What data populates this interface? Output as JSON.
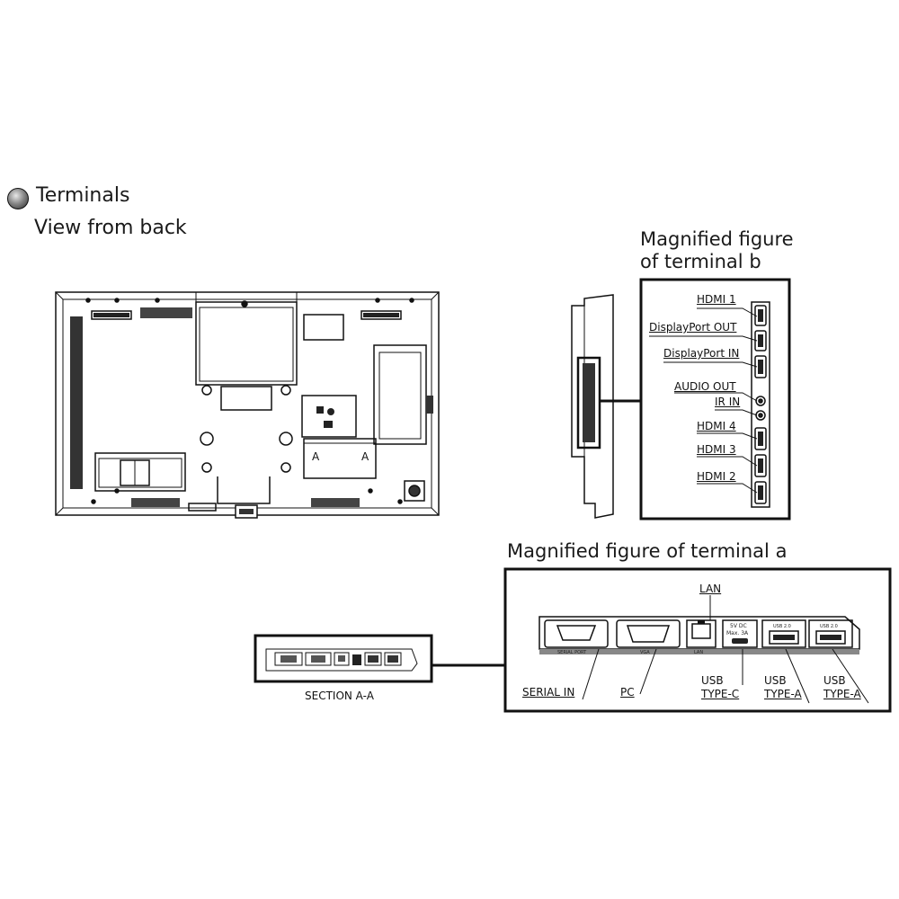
{
  "header": {
    "title": "Terminals",
    "subtitle": "View from back"
  },
  "back_view": {
    "section_marker_left": "A",
    "section_marker_right": "A"
  },
  "terminal_b": {
    "title_line1": "Magnified figure",
    "title_line2": "of terminal b",
    "ports": [
      "HDMI 1",
      "DisplayPort OUT",
      "DisplayPort IN",
      "AUDIO OUT",
      "IR IN",
      "HDMI 4",
      "HDMI 3",
      "HDMI 2"
    ]
  },
  "terminal_a": {
    "title": "Magnified figure of terminal a",
    "lan_label": "LAN",
    "serial_label": "SERIAL IN",
    "pc_label": "PC",
    "usb_c_label_1": "USB",
    "usb_c_label_2": "TYPE-C",
    "usb_a1_label_1": "USB",
    "usb_a1_label_2": "TYPE-A",
    "usb_a2_label_1": "USB",
    "usb_a2_label_2": "TYPE-A",
    "panel_serial": "SERIAL PORT",
    "panel_vga": "VGA",
    "panel_lan": "LAN",
    "panel_power_1": "5V DC",
    "panel_power_2": "Max. 3A",
    "panel_usb1": "USB 2.0",
    "panel_usb2": "USB 2.0"
  },
  "section": {
    "caption": "SECTION A-A"
  }
}
